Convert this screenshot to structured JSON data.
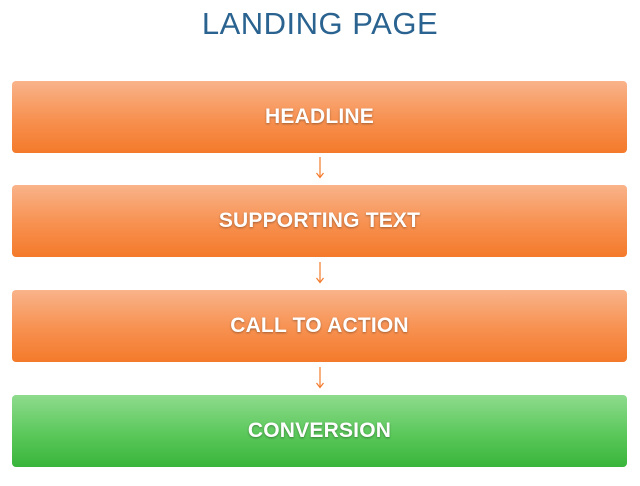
{
  "title": "LANDING PAGE",
  "steps": [
    {
      "label": "HEADLINE",
      "color": "#f47a2b"
    },
    {
      "label": "SUPPORTING TEXT",
      "color": "#f47a2b"
    },
    {
      "label": "CALL TO ACTION",
      "color": "#f47a2b"
    },
    {
      "label": "CONVERSION",
      "color": "#39b53b"
    }
  ],
  "colors": {
    "title": "#2a6390",
    "arrow": "#f47a2b",
    "orange_box": "#f47a2b",
    "green_box": "#39b53b"
  },
  "icons": {
    "connector": "arrow-down-icon"
  }
}
